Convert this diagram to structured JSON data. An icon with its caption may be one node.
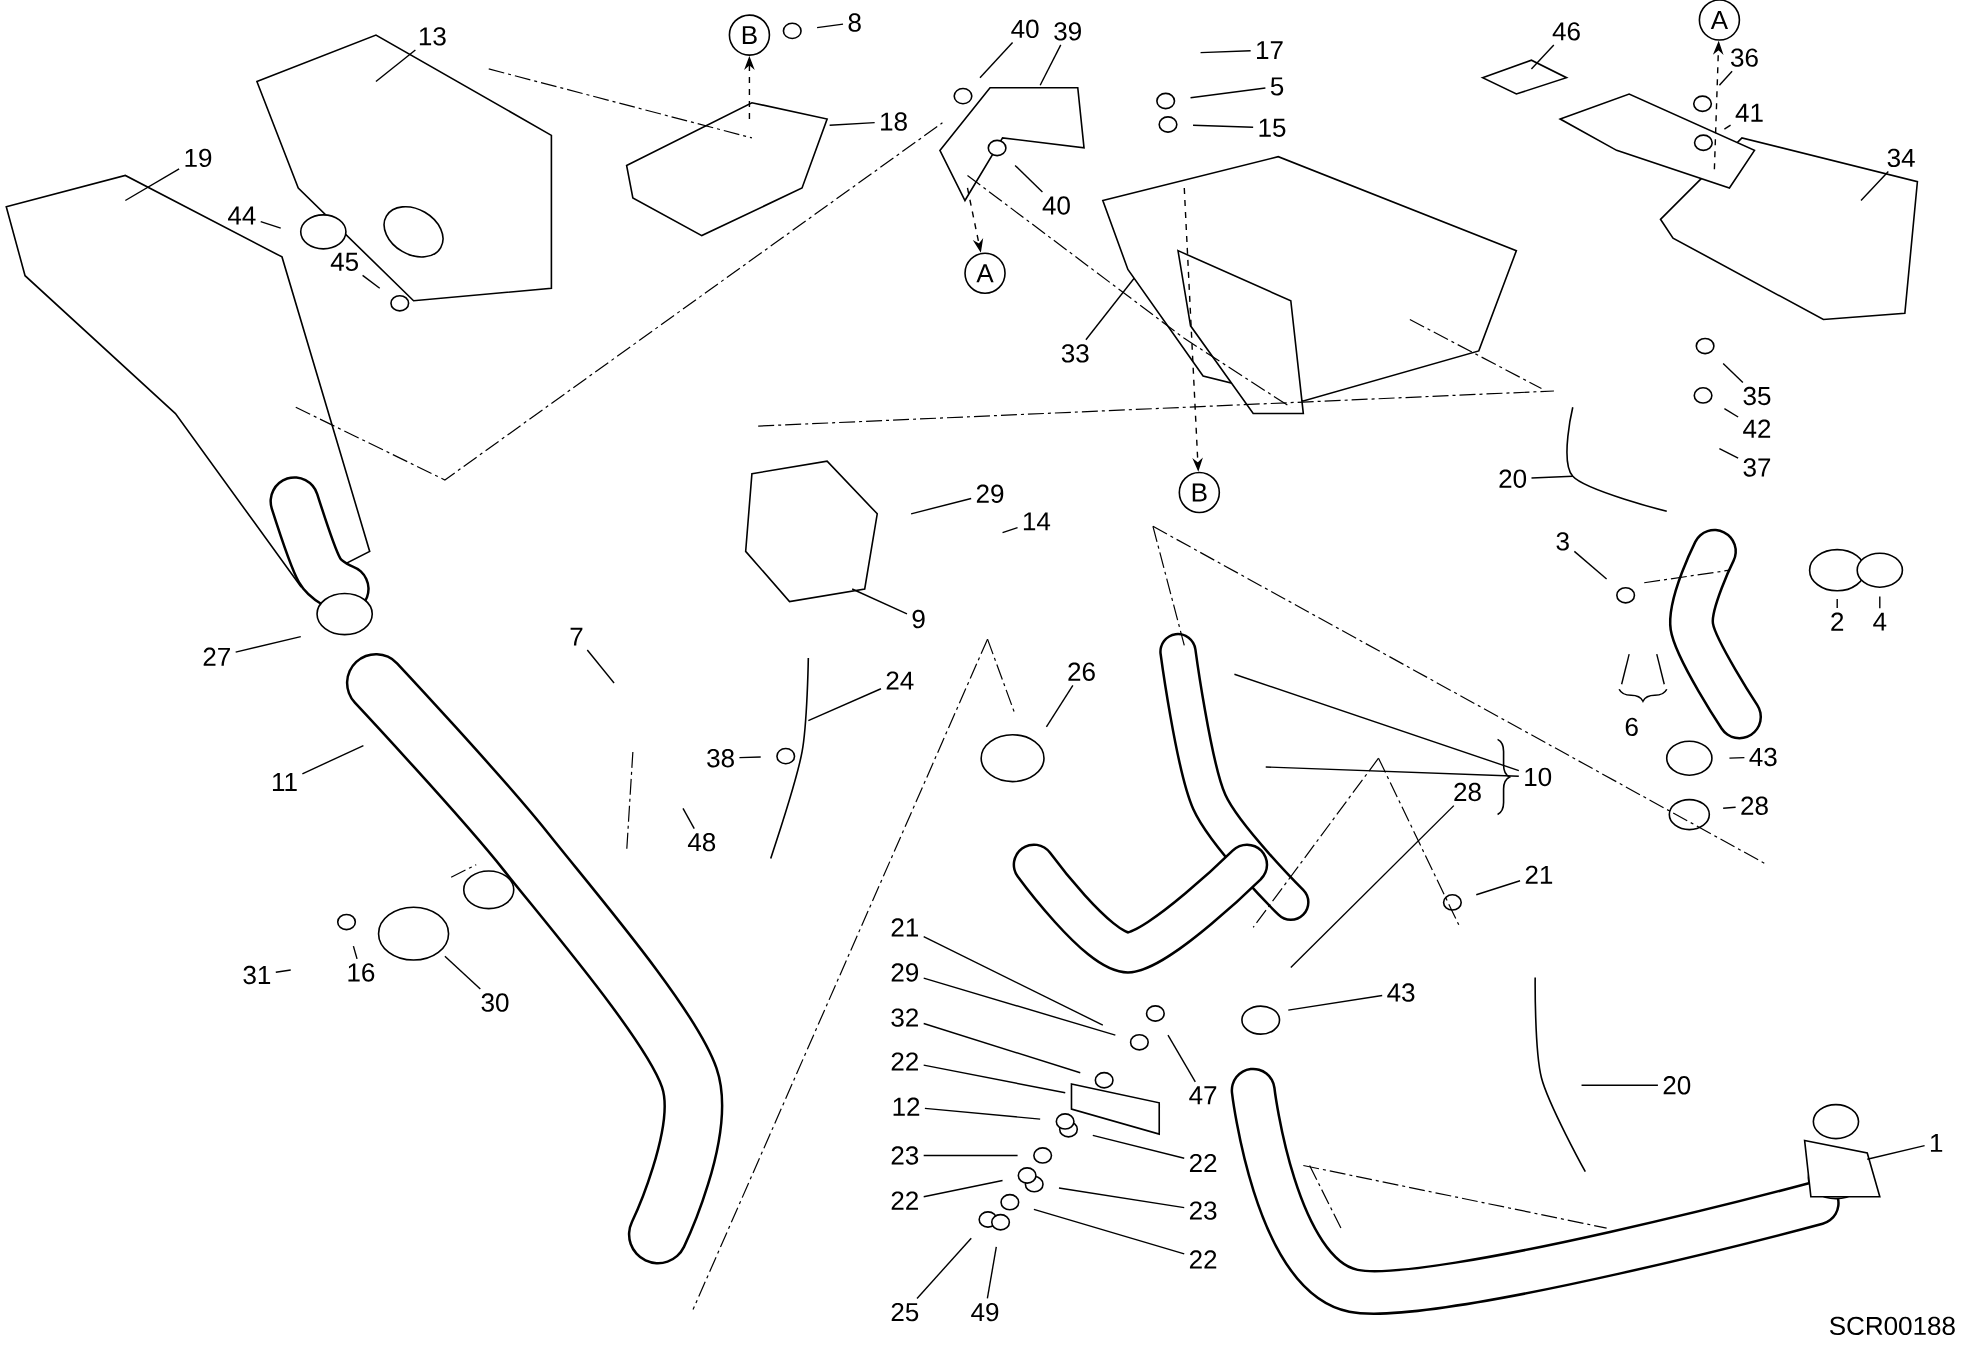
{
  "diagram": {
    "nodes": [
      {
        "text": [
          "1"
        ]
      },
      {
        "text": [
          "2"
        ]
      },
      {
        "text": [
          "3"
        ]
      },
      {
        "text": [
          "4"
        ]
      },
      {
        "text": [
          "5"
        ]
      },
      {
        "text": [
          "6"
        ]
      },
      {
        "text": [
          "7"
        ]
      },
      {
        "text": [
          "8"
        ]
      },
      {
        "text": [
          "9"
        ]
      },
      {
        "text": [
          "10"
        ]
      },
      {
        "text": [
          "11"
        ]
      },
      {
        "text": [
          "12"
        ]
      },
      {
        "text": [
          "13"
        ]
      },
      {
        "text": [
          "14"
        ]
      },
      {
        "text": [
          "15"
        ]
      },
      {
        "text": [
          "16"
        ]
      },
      {
        "text": [
          "17"
        ]
      },
      {
        "text": [
          "18"
        ]
      },
      {
        "text": [
          "19"
        ]
      },
      {
        "text": [
          "20"
        ]
      },
      {
        "text": [
          "20"
        ]
      },
      {
        "text": [
          "21"
        ]
      },
      {
        "text": [
          "21"
        ]
      },
      {
        "text": [
          "22"
        ]
      },
      {
        "text": [
          "22"
        ]
      },
      {
        "text": [
          "22"
        ]
      },
      {
        "text": [
          "22"
        ]
      },
      {
        "text": [
          "23"
        ]
      },
      {
        "text": [
          "23"
        ]
      },
      {
        "text": [
          "24"
        ]
      },
      {
        "text": [
          "25"
        ]
      },
      {
        "text": [
          "26"
        ]
      },
      {
        "text": [
          "27"
        ]
      },
      {
        "text": [
          "28"
        ]
      },
      {
        "text": [
          "28"
        ]
      },
      {
        "text": [
          "29"
        ]
      },
      {
        "text": [
          "29"
        ]
      },
      {
        "text": [
          "30"
        ]
      },
      {
        "text": [
          "31"
        ]
      },
      {
        "text": [
          "32"
        ]
      },
      {
        "text": [
          "33"
        ]
      },
      {
        "text": [
          "34"
        ]
      },
      {
        "text": [
          "35"
        ]
      },
      {
        "text": [
          "36"
        ]
      },
      {
        "text": [
          "37"
        ]
      },
      {
        "text": [
          "38"
        ]
      },
      {
        "text": [
          "39"
        ]
      },
      {
        "text": [
          "40"
        ]
      },
      {
        "text": [
          "40"
        ]
      },
      {
        "text": [
          "41"
        ]
      },
      {
        "text": [
          "42"
        ]
      },
      {
        "text": [
          "43"
        ]
      },
      {
        "text": [
          "43"
        ]
      },
      {
        "text": [
          "44"
        ]
      },
      {
        "text": [
          "45"
        ]
      },
      {
        "text": [
          "46"
        ]
      },
      {
        "text": [
          "47"
        ]
      },
      {
        "text": [
          "48"
        ]
      },
      {
        "text": [
          "49"
        ]
      },
      {
        "text": [
          "B"
        ]
      },
      {
        "text": [
          "A"
        ]
      },
      {
        "text": [
          "B"
        ]
      },
      {
        "text": [
          "A"
        ]
      }
    ],
    "edges": [
      {
        "from": 0,
        "to": null,
        "arrow": "none"
      },
      {
        "from": 1,
        "to": null,
        "arrow": "none"
      },
      {
        "from": 2,
        "to": null,
        "arrow": "none"
      },
      {
        "from": 3,
        "to": null,
        "arrow": "none"
      },
      {
        "from": 4,
        "to": null,
        "arrow": "none"
      },
      {
        "from": 5,
        "to": null,
        "arrow": "none"
      },
      {
        "from": 5,
        "to": null,
        "arrow": "none"
      },
      {
        "from": 6,
        "to": null,
        "arrow": "none"
      },
      {
        "from": 7,
        "to": null,
        "arrow": "none"
      },
      {
        "from": 8,
        "to": null,
        "arrow": "none"
      },
      {
        "from": 9,
        "to": null,
        "arrow": "none"
      },
      {
        "from": 9,
        "to": null,
        "arrow": "none"
      },
      {
        "from": 10,
        "to": null,
        "arrow": "none"
      },
      {
        "from": 11,
        "to": null,
        "arrow": "none"
      },
      {
        "from": 12,
        "to": null,
        "arrow": "none"
      },
      {
        "from": 13,
        "to": null,
        "arrow": "none"
      },
      {
        "from": 14,
        "to": null,
        "arrow": "none"
      },
      {
        "from": 15,
        "to": null,
        "arrow": "none"
      },
      {
        "from": 16,
        "to": null,
        "arrow": "none"
      },
      {
        "from": 17,
        "to": null,
        "arrow": "none"
      },
      {
        "from": 18,
        "to": null,
        "arrow": "none"
      },
      {
        "from": 19,
        "to": null,
        "arrow": "none"
      },
      {
        "from": 20,
        "to": null,
        "arrow": "none"
      },
      {
        "from": 21,
        "to": null,
        "arrow": "none"
      },
      {
        "from": 22,
        "to": null,
        "arrow": "none"
      },
      {
        "from": 23,
        "to": null,
        "arrow": "none"
      },
      {
        "from": 24,
        "to": null,
        "arrow": "none"
      },
      {
        "from": 25,
        "to": null,
        "arrow": "none"
      },
      {
        "from": 26,
        "to": null,
        "arrow": "none"
      },
      {
        "from": 27,
        "to": null,
        "arrow": "none"
      },
      {
        "from": 28,
        "to": null,
        "arrow": "none"
      },
      {
        "from": 29,
        "to": null,
        "arrow": "none"
      },
      {
        "from": 30,
        "to": null,
        "arrow": "none"
      },
      {
        "from": 31,
        "to": null,
        "arrow": "none"
      },
      {
        "from": 32,
        "to": null,
        "arrow": "none"
      },
      {
        "from": 33,
        "to": null,
        "arrow": "none"
      },
      {
        "from": 34,
        "to": null,
        "arrow": "none"
      },
      {
        "from": 35,
        "to": null,
        "arrow": "none"
      },
      {
        "from": 36,
        "to": null,
        "arrow": "none"
      },
      {
        "from": 37,
        "to": null,
        "arrow": "none"
      },
      {
        "from": 38,
        "to": null,
        "arrow": "none"
      },
      {
        "from": 39,
        "to": null,
        "arrow": "none"
      },
      {
        "from": 40,
        "to": null,
        "arrow": "none"
      },
      {
        "from": 41,
        "to": null,
        "arrow": "none"
      },
      {
        "from": 42,
        "to": null,
        "arrow": "none"
      },
      {
        "from": 43,
        "to": null,
        "arrow": "none"
      },
      {
        "from": 44,
        "to": null,
        "arrow": "none"
      },
      {
        "from": 45,
        "to": null,
        "arrow": "none"
      },
      {
        "from": 46,
        "to": null,
        "arrow": "none"
      },
      {
        "from": 47,
        "to": null,
        "arrow": "none"
      },
      {
        "from": 48,
        "to": null,
        "arrow": "none"
      },
      {
        "from": 49,
        "to": null,
        "arrow": "none"
      },
      {
        "from": 50,
        "to": null,
        "arrow": "none"
      },
      {
        "from": 51,
        "to": null,
        "arrow": "none"
      },
      {
        "from": 52,
        "to": null,
        "arrow": "none"
      },
      {
        "from": 53,
        "to": null,
        "arrow": "none"
      },
      {
        "from": 54,
        "to": null,
        "arrow": "none"
      },
      {
        "from": 55,
        "to": null,
        "arrow": "none"
      },
      {
        "from": 56,
        "to": null,
        "arrow": "none"
      },
      {
        "from": 57,
        "to": null,
        "arrow": "none"
      },
      {
        "from": 58,
        "to": null,
        "arrow": "none"
      },
      {
        "from": null,
        "to": 59,
        "arrow": "to",
        "style": "dashed"
      },
      {
        "from": null,
        "to": 60,
        "arrow": "to",
        "style": "dashed"
      },
      {
        "from": null,
        "to": 61,
        "arrow": "to",
        "style": "dashed"
      },
      {
        "from": null,
        "to": 62,
        "arrow": "to",
        "style": "dashed"
      }
    ],
    "labels": [
      "SCR00188"
    ]
  }
}
